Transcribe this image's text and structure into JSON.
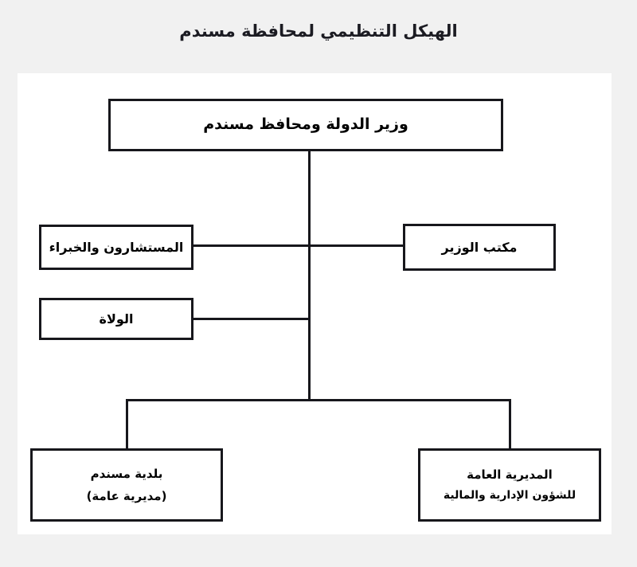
{
  "page": {
    "title": "الهيكل التنظيمي لمحافظة مسندم",
    "language": "ar",
    "direction": "rtl",
    "background_color": "#f1f1f1",
    "canvas_color": "#ffffff",
    "line_color": "#17171c",
    "text_color": "#000000"
  },
  "chart_data": {
    "type": "diagram",
    "diagram_type": "organizational-chart",
    "title": "الهيكل التنظيمي لمحافظة مسندم",
    "orientation": "top-down",
    "nodes": [
      {
        "id": "root",
        "line1": "وزير الدولة ومحافظ مسندم",
        "line2": "",
        "level": 0
      },
      {
        "id": "advisors",
        "line1": "المستشارون والخبراء",
        "line2": "",
        "level": 1,
        "side": "left"
      },
      {
        "id": "minister-office",
        "line1": "مكتب الوزير",
        "line2": "",
        "level": 1,
        "side": "right"
      },
      {
        "id": "walis",
        "line1": "الولاة",
        "line2": "",
        "level": 2,
        "side": "left"
      },
      {
        "id": "municipality",
        "line1": "بلدية مسندم",
        "line2": "(مديرية عامة)",
        "level": 3,
        "side": "left"
      },
      {
        "id": "admin-finance",
        "line1": "المديرية العامة",
        "line2": "للشؤون الإدارية والمالية",
        "level": 3,
        "side": "right"
      }
    ],
    "edges": [
      {
        "from": "root",
        "to": "advisors"
      },
      {
        "from": "root",
        "to": "minister-office"
      },
      {
        "from": "root",
        "to": "walis"
      },
      {
        "from": "root",
        "to": "municipality"
      },
      {
        "from": "root",
        "to": "admin-finance"
      }
    ]
  }
}
